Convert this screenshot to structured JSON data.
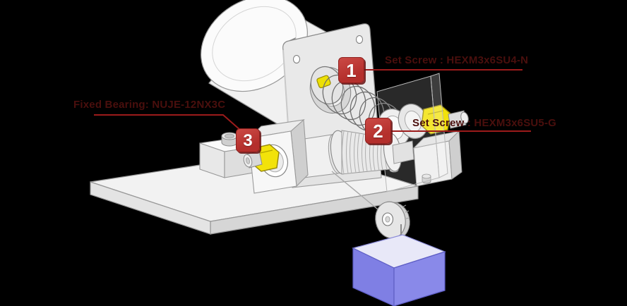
{
  "scene": {
    "background_color": "#000000",
    "parts": [
      "motor",
      "motor-flange-plate",
      "spring-coupling",
      "clamp-coupling",
      "cable-drum",
      "fixed-bearing-block-left",
      "fixed-bearing-block-right",
      "transparent-cover-plate",
      "baseplate",
      "cap-screw",
      "pulley-disc",
      "wire-rope",
      "weight-cube"
    ]
  },
  "callouts": [
    {
      "number": "1",
      "label": "Set Screw : HEXM3x6SU4-N"
    },
    {
      "number": "2",
      "label": "Set Screw : HEXM3x6SU5-G"
    },
    {
      "number": "3",
      "label": "Fixed Bearing: NUJE-12NX3C"
    }
  ],
  "colors": {
    "badge_red": "#bf3936",
    "leader_line": "#9c1b1b",
    "label_text": "#4a0f0d",
    "highlight_yellow": "#f2e20a",
    "weight_cube_blue": "#8080e4",
    "machine_gray": "#ececec"
  }
}
